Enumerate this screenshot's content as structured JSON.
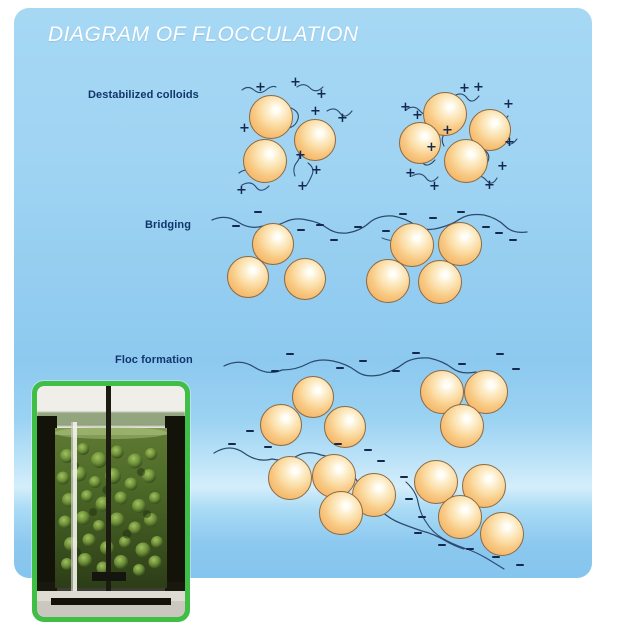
{
  "figure": {
    "title": "DIAGRAM OF FLOCCULATION",
    "title_color": "#ffffff",
    "panel_color_top": "#a6d8f4",
    "panel_color_bottom": "#85c5ee"
  },
  "stages": [
    {
      "id": "destabilized-colloids",
      "label": "Destabilized colloids",
      "charge_symbol": "+",
      "charge_count": 22,
      "cluster_count": 2
    },
    {
      "id": "bridging",
      "label": "Bridging",
      "charge_symbol": "−",
      "charge_count": 14,
      "cluster_count": 2
    },
    {
      "id": "floc-formation",
      "label": "Floc formation",
      "charge_symbol": "−",
      "charge_count": 24,
      "cluster_count": 4
    }
  ],
  "colors": {
    "label_text": "#12356b",
    "charge": "#15294f",
    "colloid_fill": "#f5b96d",
    "colloid_highlight": "#ffffff",
    "colloid_outline": "#8a6a44",
    "polymer_chain": "#2c4a6e",
    "photo_frame": "#3fbf45"
  },
  "photo": {
    "caption": "",
    "subject": "jar-test beaker with green flocs and stirrer paddle"
  },
  "charges": {
    "plus": "+",
    "minus": "−"
  }
}
